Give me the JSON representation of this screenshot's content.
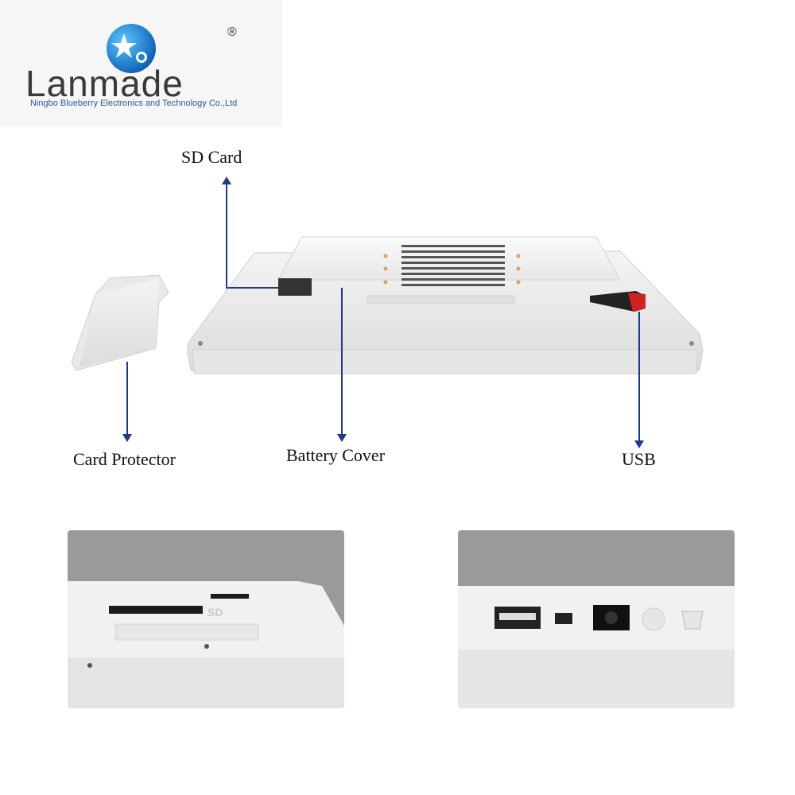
{
  "logo": {
    "brand_name": "Lanmade",
    "registered_mark": "®",
    "company_name": "Ningbo Blueberry Electronics and Technology Co.,Ltd"
  },
  "callouts": {
    "sd_card": "SD Card",
    "card_protector": "Card Protector",
    "battery_cover": "Battery Cover",
    "usb": "USB"
  },
  "photo_detail_left": {
    "slot_marking": "SD"
  },
  "colors": {
    "arrow": "#1f3a8a",
    "logo_blue": "#1e7fd6",
    "device_white": "#ececec",
    "photo_bg": "#9a9a9a"
  }
}
